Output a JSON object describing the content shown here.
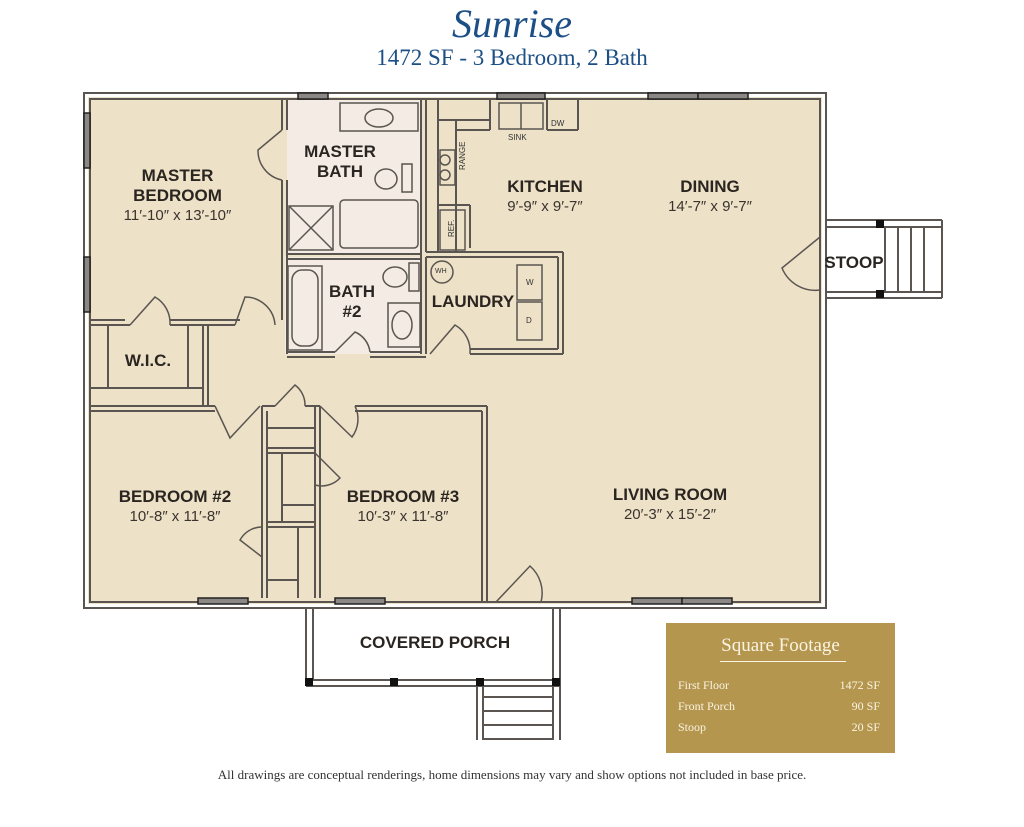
{
  "header": {
    "title": "Sunrise",
    "subtitle": "1472 SF - 3 Bedroom, 2 Bath"
  },
  "colors": {
    "title": "#1c4f86",
    "floor": "#ede1c7",
    "bath_floor": "#f3ebe4",
    "wall": "#5a5550",
    "sf_box": "#b4964f"
  },
  "rooms": [
    {
      "name": "MASTER\nBEDROOM",
      "line1": "MASTER",
      "line2": "BEDROOM",
      "dims": "11′-10″ x 13′-10″"
    },
    {
      "name": "MASTER BATH",
      "line1": "MASTER",
      "line2": "BATH"
    },
    {
      "name": "KITCHEN",
      "dims": "9′-9″ x 9′-7″"
    },
    {
      "name": "DINING",
      "dims": "14′-7″ x 9′-7″"
    },
    {
      "name": "BATH #2",
      "line1": "BATH",
      "line2": "#2"
    },
    {
      "name": "LAUNDRY"
    },
    {
      "name": "W.I.C."
    },
    {
      "name": "STOOP"
    },
    {
      "name": "BEDROOM #2",
      "dims": "10′-8″ x 11′-8″"
    },
    {
      "name": "BEDROOM #3",
      "dims": "10′-3″ x 11′-8″"
    },
    {
      "name": "LIVING ROOM",
      "dims": "20′-3″ x 15′-2″"
    },
    {
      "name": "COVERED PORCH"
    }
  ],
  "fixtures": {
    "sink": "SINK",
    "dw": "DW",
    "range": "RANGE",
    "ref": "REF.",
    "wh": "WH",
    "washer": "W",
    "dryer": "D"
  },
  "square_footage": {
    "title": "Square Footage",
    "rows": [
      {
        "label": "First Floor",
        "value": "1472 SF"
      },
      {
        "label": "Front Porch",
        "value": "90 SF"
      },
      {
        "label": "Stoop",
        "value": "20 SF"
      }
    ]
  },
  "footer": {
    "disclaimer": "All drawings are conceptual renderings, home dimensions may vary and show options not included in base price."
  }
}
